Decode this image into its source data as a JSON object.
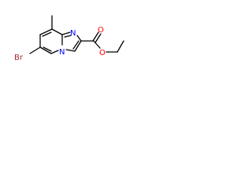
{
  "molecule": {
    "atoms": {
      "bromine": "Br",
      "ring_nitrogen_1": "N",
      "ring_nitrogen_2": "N",
      "carbonyl_oxygen": "O",
      "ester_oxygen": "O"
    },
    "colors": {
      "bond": "#000000",
      "carbon": "#000000",
      "nitrogen": "#0000ff",
      "oxygen": "#ff0000",
      "bromine": "#a52a2a"
    }
  }
}
